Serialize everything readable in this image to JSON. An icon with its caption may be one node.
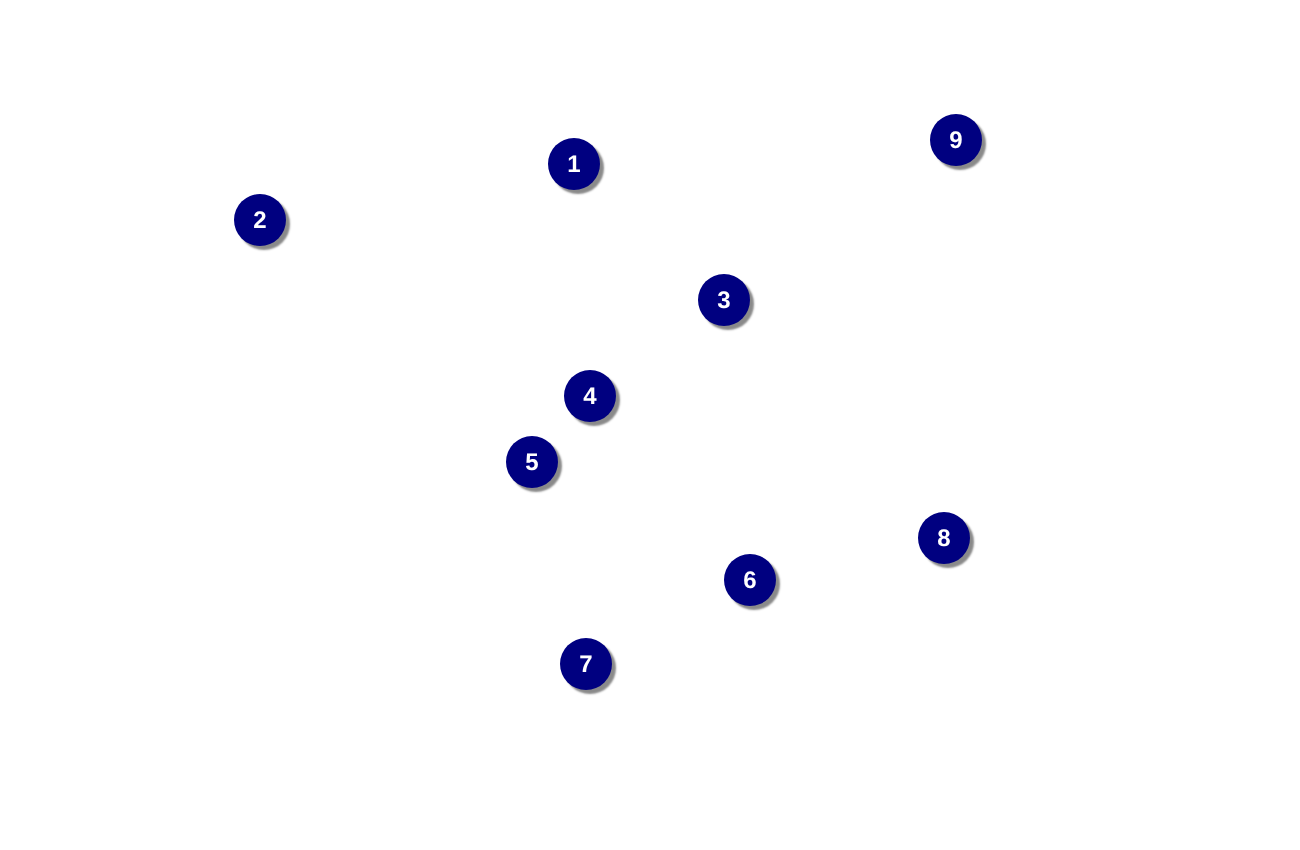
{
  "diagram": {
    "nodes": [
      {
        "text": [
          "1"
        ]
      },
      {
        "text": [
          "2"
        ]
      },
      {
        "text": [
          "3"
        ]
      },
      {
        "text": [
          "4"
        ]
      },
      {
        "text": [
          "5"
        ]
      },
      {
        "text": [
          "6"
        ]
      },
      {
        "text": [
          "7"
        ]
      },
      {
        "text": [
          "8"
        ]
      },
      {
        "text": [
          "9"
        ]
      }
    ],
    "edges": []
  }
}
